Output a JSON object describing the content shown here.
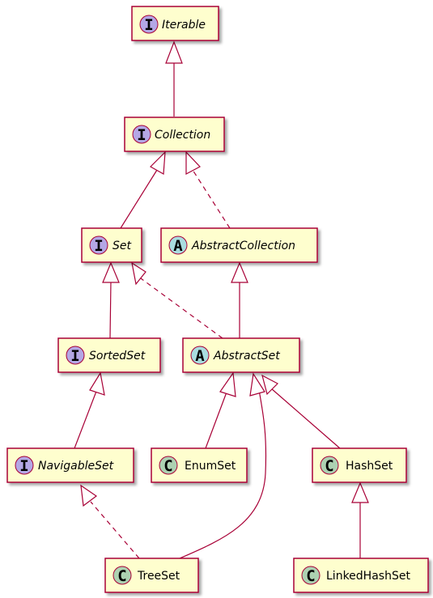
{
  "colors": {
    "box_fill": "#FEFECE",
    "border": "#A80036",
    "interface_badge": "#B4A7E5",
    "abstract_badge": "#A9DCDF",
    "class_badge": "#ADD1B2"
  },
  "nodes": {
    "iterable": {
      "kind": "I",
      "label": "Iterable",
      "italic": true
    },
    "collection": {
      "kind": "I",
      "label": "Collection",
      "italic": true
    },
    "set": {
      "kind": "I",
      "label": "Set",
      "italic": true
    },
    "abstract_collection": {
      "kind": "A",
      "label": "AbstractCollection",
      "italic": true
    },
    "sorted_set": {
      "kind": "I",
      "label": "SortedSet",
      "italic": true
    },
    "abstract_set": {
      "kind": "A",
      "label": "AbstractSet",
      "italic": true
    },
    "navigable_set": {
      "kind": "I",
      "label": "NavigableSet",
      "italic": true
    },
    "enum_set": {
      "kind": "C",
      "label": "EnumSet",
      "italic": false
    },
    "hash_set": {
      "kind": "C",
      "label": "HashSet",
      "italic": false
    },
    "tree_set": {
      "kind": "C",
      "label": "TreeSet",
      "italic": false
    },
    "linked_hash_set": {
      "kind": "C",
      "label": "LinkedHashSet",
      "italic": false
    }
  },
  "edges": [
    {
      "from": "collection",
      "to": "iterable",
      "type": "extends"
    },
    {
      "from": "set",
      "to": "collection",
      "type": "extends"
    },
    {
      "from": "abstract_collection",
      "to": "collection",
      "type": "implements"
    },
    {
      "from": "sorted_set",
      "to": "set",
      "type": "extends"
    },
    {
      "from": "abstract_set",
      "to": "set",
      "type": "implements"
    },
    {
      "from": "abstract_set",
      "to": "abstract_collection",
      "type": "extends"
    },
    {
      "from": "navigable_set",
      "to": "sorted_set",
      "type": "extends"
    },
    {
      "from": "enum_set",
      "to": "abstract_set",
      "type": "extends"
    },
    {
      "from": "tree_set",
      "to": "abstract_set",
      "type": "extends"
    },
    {
      "from": "hash_set",
      "to": "abstract_set",
      "type": "extends"
    },
    {
      "from": "tree_set",
      "to": "navigable_set",
      "type": "implements"
    },
    {
      "from": "linked_hash_set",
      "to": "hash_set",
      "type": "extends"
    }
  ]
}
